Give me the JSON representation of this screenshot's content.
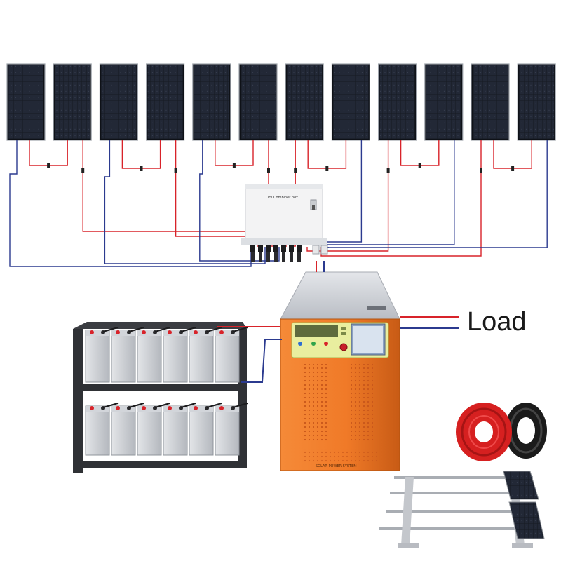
{
  "diagram": {
    "load_label": "Load",
    "combiner_label": "PV Combiner box",
    "inverter_label": "SOLAR POWER SYSTEM",
    "panel_count": 12,
    "battery_rows": 2,
    "batteries_per_row": 6
  },
  "colors": {
    "positive_wire": "#d8232a",
    "negative_wire": "#2b3a8f",
    "inverter_body": "#f07a28",
    "panel_cell": "#15181f",
    "cable_red": "#d62020",
    "cable_black": "#1b1b1b"
  },
  "icons": {
    "panel": "solar-panel-icon",
    "battery": "battery-icon",
    "inverter": "inverter-icon",
    "combiner": "combiner-box-icon",
    "cable": "cable-reel-icon",
    "rack": "mounting-rack-icon"
  }
}
